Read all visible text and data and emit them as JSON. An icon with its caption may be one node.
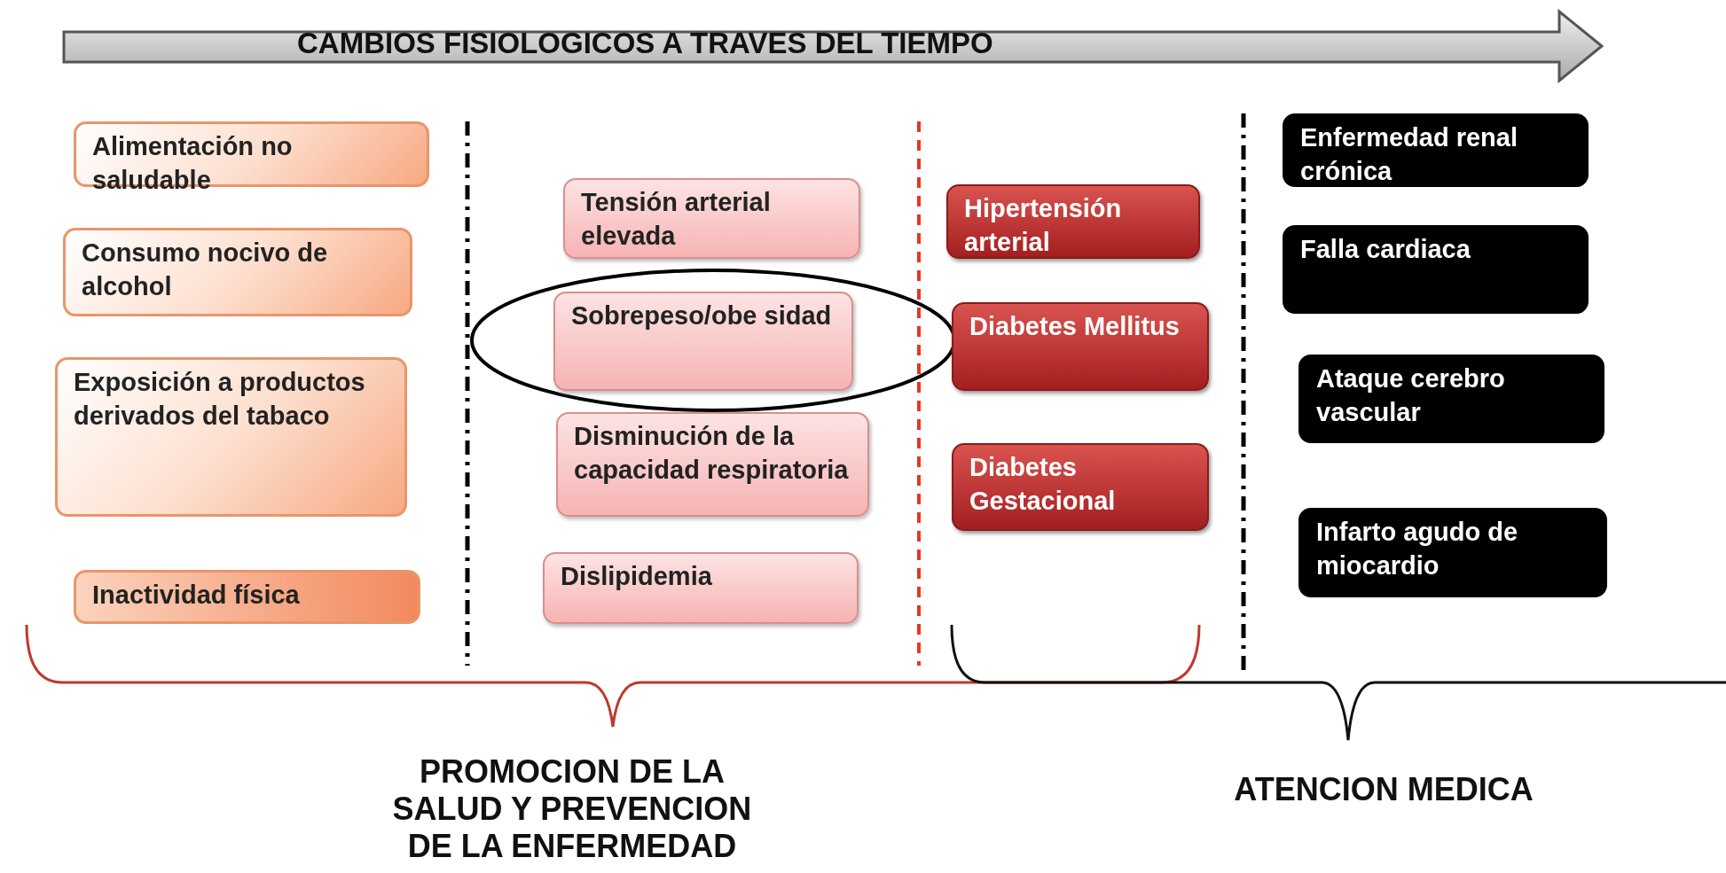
{
  "diagram": {
    "nodes": [
      {
        "text": [
          "CAMBIOS FISIOLOGICOS A TRAVES DEL TIEMPO"
        ]
      },
      {
        "text": [
          "Alimentación no saludable"
        ]
      },
      {
        "text": [
          "Consumo nocivo de alcohol"
        ]
      },
      {
        "text": [
          "Exposición a productos derivados del tabaco"
        ]
      },
      {
        "text": [
          "Inactividad física"
        ]
      },
      {
        "text": [
          "Tensión arterial elevada"
        ]
      },
      {
        "text": [
          "Sobrepeso/obe sidad"
        ]
      },
      {
        "text": [
          "Disminución de la capacidad respiratoria"
        ]
      },
      {
        "text": [
          "Dislipidemia"
        ]
      },
      {
        "text": [
          "Hipertensión arterial"
        ]
      },
      {
        "text": [
          "Diabetes Mellitus"
        ]
      },
      {
        "text": [
          "Diabetes Gestacional"
        ]
      },
      {
        "text": [
          "Enfermedad renal crónica"
        ]
      },
      {
        "text": [
          "Falla cardiaca"
        ]
      },
      {
        "text": [
          "Ataque cerebro vascular"
        ]
      },
      {
        "text": [
          "Infarto agudo de miocardio"
        ]
      }
    ],
    "edges": [],
    "labels": [
      "PROMOCION DE LA SALUD Y PREVENCION DE LA ENFERMEDAD",
      "ATENCION MEDICA"
    ]
  }
}
